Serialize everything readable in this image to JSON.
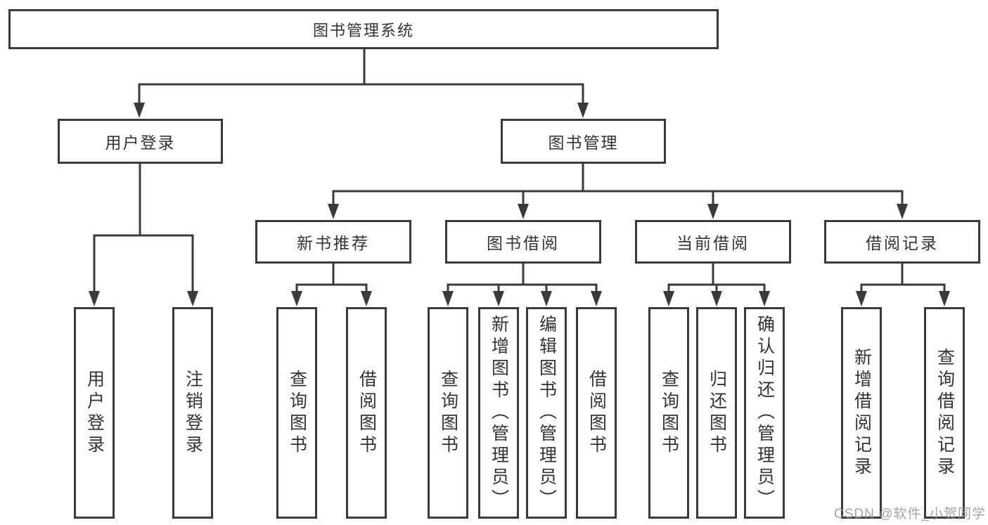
{
  "diagram_type": "hierarchy-tree",
  "colors": {
    "background": "#ffffff",
    "line": "#3a3a3a",
    "box_border": "#3a3a3a",
    "text": "#333333",
    "watermark": "#9a9a9a"
  },
  "nodes": {
    "root": {
      "label": "图书管理系统"
    },
    "level2": [
      {
        "label": "用户登录",
        "parent": "图书管理系统"
      },
      {
        "label": "图书管理",
        "parent": "图书管理系统"
      }
    ],
    "level3": [
      {
        "label": "新书推荐",
        "parent": "图书管理"
      },
      {
        "label": "图书借阅",
        "parent": "图书管理"
      },
      {
        "label": "当前借阅",
        "parent": "图书管理"
      },
      {
        "label": "借阅记录",
        "parent": "图书管理"
      }
    ],
    "leaves": [
      {
        "label": "用户登录",
        "parent": "用户登录"
      },
      {
        "label": "注销登录",
        "parent": "用户登录"
      },
      {
        "label": "查询图书",
        "parent": "新书推荐"
      },
      {
        "label": "借阅图书",
        "parent": "新书推荐"
      },
      {
        "label": "查询图书",
        "parent": "图书借阅"
      },
      {
        "label": "新增图书（管理员）",
        "parent": "图书借阅"
      },
      {
        "label": "编辑图书（管理员）",
        "parent": "图书借阅"
      },
      {
        "label": "借阅图书",
        "parent": "图书借阅"
      },
      {
        "label": "查询图书",
        "parent": "当前借阅"
      },
      {
        "label": "归还图书",
        "parent": "当前借阅"
      },
      {
        "label": "确认归还（管理员）",
        "parent": "当前借阅"
      },
      {
        "label": "新增借阅记录",
        "parent": "借阅记录"
      },
      {
        "label": "查询借阅记录",
        "parent": "借阅记录"
      }
    ]
  },
  "watermark": {
    "text": "CSDN @软件_小贺同学"
  }
}
